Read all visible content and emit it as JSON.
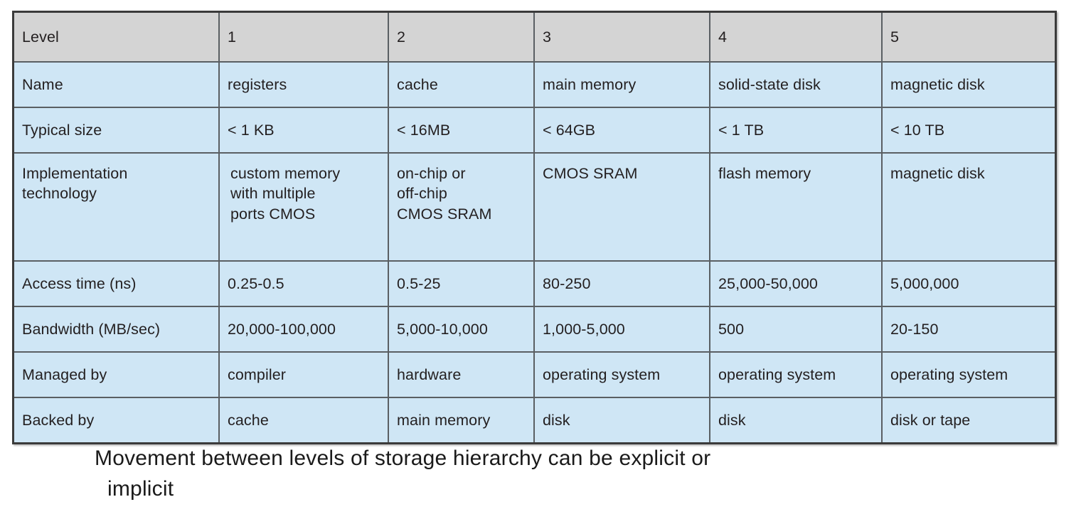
{
  "table": {
    "columns": [
      "Level",
      "1",
      "2",
      "3",
      "4",
      "5"
    ],
    "rows": [
      {
        "key": "name",
        "label": "Name",
        "cells": [
          "registers",
          "cache",
          "main memory",
          "solid-state disk",
          "magnetic disk"
        ]
      },
      {
        "key": "size",
        "label": "Typical size",
        "cells": [
          "< 1 KB",
          "< 16MB",
          "< 64GB",
          "< 1 TB",
          "< 10 TB"
        ]
      },
      {
        "key": "impl",
        "label_line1": "Implementation",
        "label_line2": "technology",
        "cells": [
          {
            "line1": "custom memory",
            "line2": "with multiple",
            "line3": "ports CMOS"
          },
          {
            "line1": "on-chip or",
            "line2": "off-chip",
            "line3": "CMOS SRAM"
          },
          {
            "line1": "CMOS SRAM",
            "line2": "",
            "line3": ""
          },
          {
            "line1": "flash memory",
            "line2": "",
            "line3": ""
          },
          {
            "line1": "magnetic disk",
            "line2": "",
            "line3": ""
          }
        ]
      },
      {
        "key": "access",
        "label": "Access time (ns)",
        "cells": [
          "0.25-0.5",
          "0.5-25",
          "80-250",
          "25,000-50,000",
          "5,000,000"
        ]
      },
      {
        "key": "bandwidth",
        "label": "Bandwidth (MB/sec)",
        "cells": [
          "20,000-100,000",
          "5,000-10,000",
          "1,000-5,000",
          "500",
          "20-150"
        ]
      },
      {
        "key": "managed",
        "label": "Managed by",
        "cells": [
          "compiler",
          "hardware",
          "operating system",
          "operating system",
          "operating system"
        ]
      },
      {
        "key": "backed",
        "label": "Backed by",
        "cells": [
          "cache",
          "main memory",
          "disk",
          "disk",
          "disk or tape"
        ]
      }
    ]
  },
  "caption": {
    "line1": "Movement between levels of storage hierarchy can be explicit or",
    "line2": "implicit"
  },
  "colors": {
    "header_bg": "#d4d4d4",
    "cell_bg": "#cfe6f5",
    "border_outer": "#3b3b3b",
    "border_inner": "#5a5f63",
    "text": "#231f20"
  }
}
